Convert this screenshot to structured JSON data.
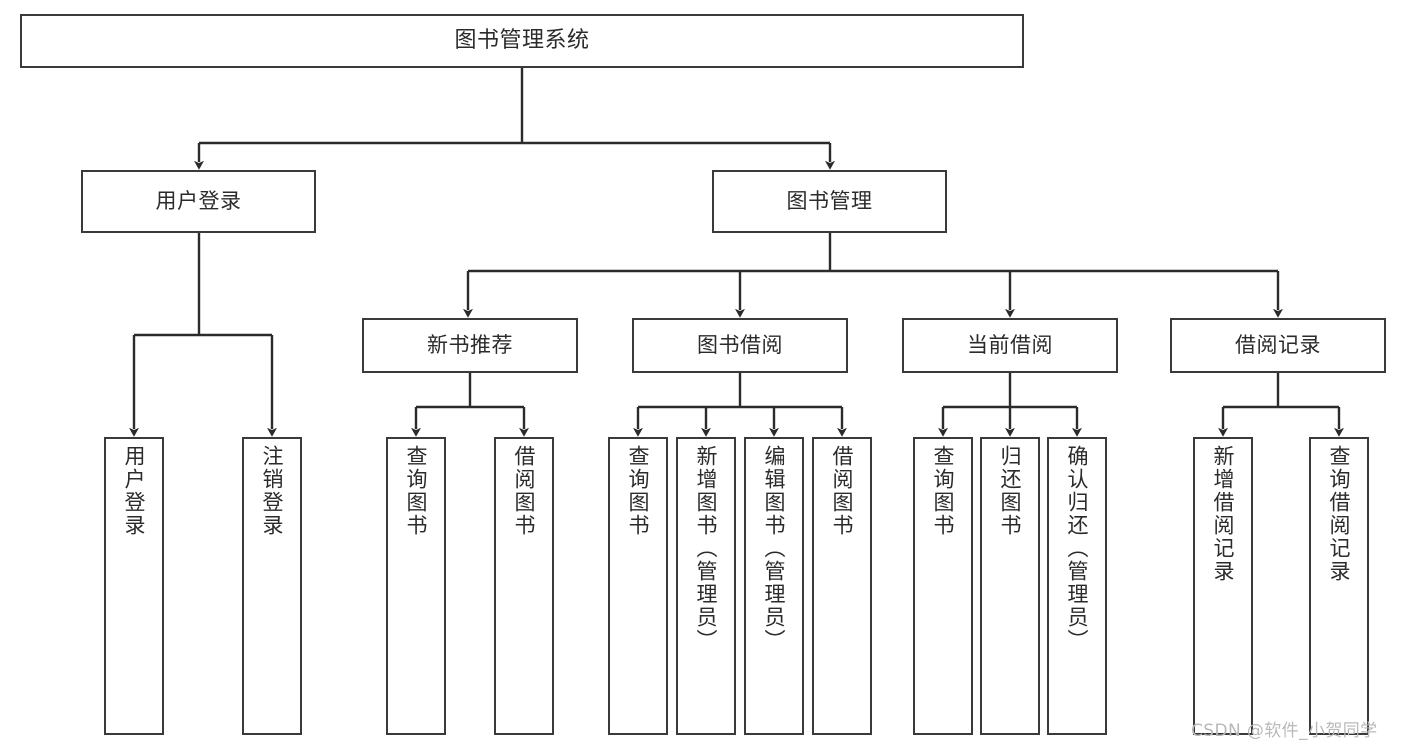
{
  "diagram": {
    "type": "tree-hierarchy",
    "title": "图书管理系统",
    "watermark": "CSDN @软件_小贺同学",
    "colors": {
      "background": "#ffffff",
      "box_border": "#3a3a3a",
      "connector": "#2b2b2b",
      "text": "#2b2b2b",
      "watermark": "#b9b9b9"
    },
    "root": {
      "label": "图书管理系统"
    },
    "level1": [
      {
        "id": "user-login",
        "label": "用户登录"
      },
      {
        "id": "book-manage",
        "label": "图书管理"
      }
    ],
    "level2": [
      {
        "id": "new-book-recommend",
        "label": "新书推荐"
      },
      {
        "id": "book-borrow",
        "label": "图书借阅"
      },
      {
        "id": "current-borrow",
        "label": "当前借阅"
      },
      {
        "id": "borrow-record",
        "label": "借阅记录"
      }
    ],
    "leaves": {
      "user_login": [
        {
          "id": "leaf-user-login",
          "label": "用户登录"
        },
        {
          "id": "leaf-logout-login",
          "label": "注销登录"
        }
      ],
      "new_book_recommend": [
        {
          "id": "leaf-query-book-1",
          "label": "查询图书"
        },
        {
          "id": "leaf-borrow-book-1",
          "label": "借阅图书"
        }
      ],
      "book_borrow": [
        {
          "id": "leaf-query-book-2",
          "label": "查询图书"
        },
        {
          "id": "leaf-add-book",
          "label": "新增图书（管理员）"
        },
        {
          "id": "leaf-edit-book",
          "label": "编辑图书（管理员）"
        },
        {
          "id": "leaf-borrow-book-2",
          "label": "借阅图书"
        }
      ],
      "current_borrow": [
        {
          "id": "leaf-query-book-3",
          "label": "查询图书"
        },
        {
          "id": "leaf-return-book",
          "label": "归还图书"
        },
        {
          "id": "leaf-confirm-return",
          "label": "确认归还（管理员）"
        }
      ],
      "borrow_record": [
        {
          "id": "leaf-add-record",
          "label": "新增借阅记录"
        },
        {
          "id": "leaf-query-record",
          "label": "查询借阅记录"
        }
      ]
    }
  }
}
